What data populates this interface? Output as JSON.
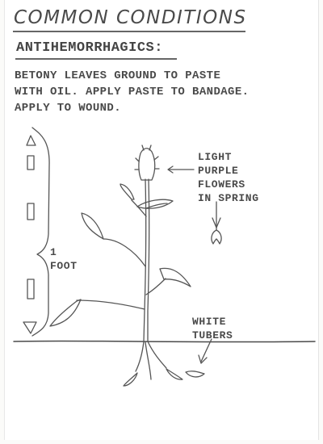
{
  "page": {
    "title": "COMMON CONDITIONS",
    "section": "ANTIHEMORRHAGICS:",
    "body": [
      "BETONY LEAVES GROUND TO PASTE",
      "WITH OIL. APPLY PASTE TO BANDAGE.",
      "APPLY TO WOUND."
    ]
  },
  "diagram": {
    "flower_label": [
      "LIGHT",
      "PURPLE",
      "FLOWERS",
      "IN SPRING"
    ],
    "height_label": [
      "1",
      "FOOT"
    ],
    "tuber_label": [
      "WHITE",
      "TUBERS"
    ]
  }
}
